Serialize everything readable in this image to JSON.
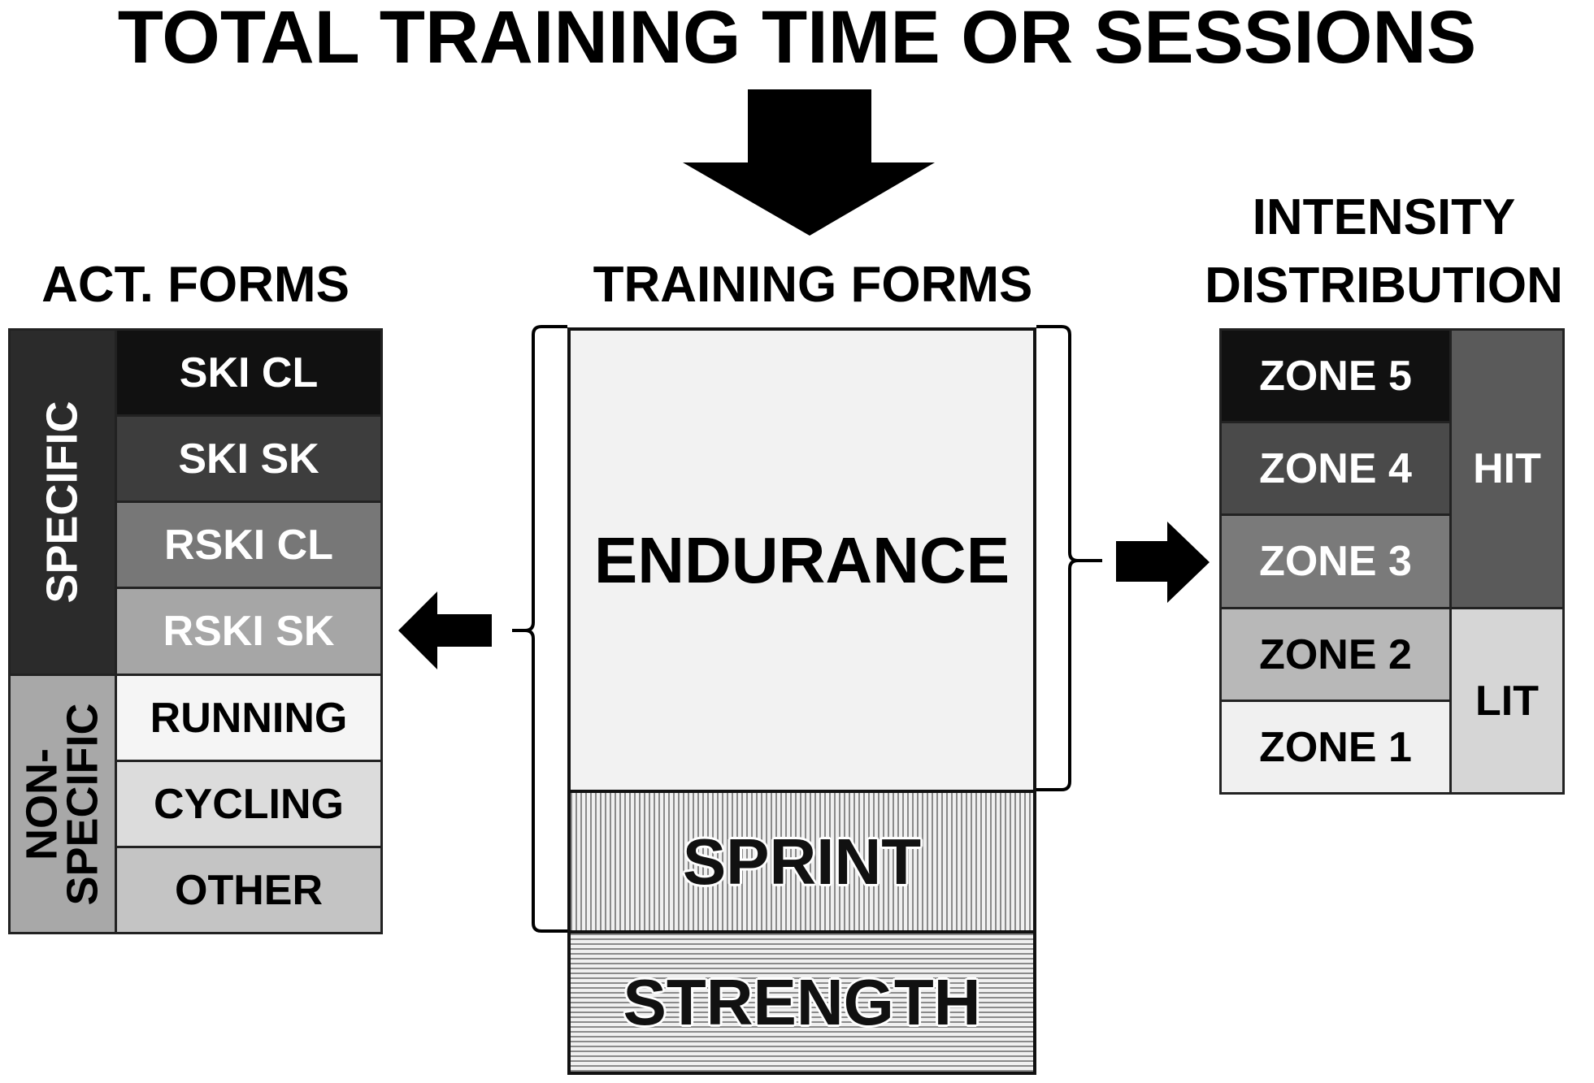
{
  "title": "TOTAL TRAINING TIME OR SESSIONS",
  "activity_forms": {
    "title": "ACT. FORMS",
    "groups": [
      {
        "label": "SPECIFIC",
        "color": "#2b2b2b",
        "text_color": "#ffffff"
      },
      {
        "label_line1": "NON-",
        "label_line2": "SPECIFIC",
        "color": "#a8a8a8",
        "text_color": "#000000"
      }
    ],
    "items": [
      {
        "label": "SKI CL",
        "color": "#111111",
        "text_color": "#ffffff"
      },
      {
        "label": "SKI SK",
        "color": "#3d3d3d",
        "text_color": "#ffffff"
      },
      {
        "label": "RSKI CL",
        "color": "#777777",
        "text_color": "#ffffff"
      },
      {
        "label": "RSKI SK",
        "color": "#a6a6a6",
        "text_color": "#ffffff"
      },
      {
        "label": "RUNNING",
        "color": "#f5f5f5",
        "text_color": "#000000"
      },
      {
        "label": "CYCLING",
        "color": "#dcdcdc",
        "text_color": "#000000"
      },
      {
        "label": "OTHER",
        "color": "#c4c4c4",
        "text_color": "#000000"
      }
    ]
  },
  "training_forms": {
    "title": "TRAINING FORMS",
    "endurance": "ENDURANCE",
    "sprint": "SPRINT",
    "strength": "STRENGTH"
  },
  "intensity": {
    "title_line1": "INTENSITY",
    "title_line2": "DISTRIBUTION",
    "zones": [
      {
        "label": "ZONE 5",
        "color": "#111111",
        "text_color": "#ffffff"
      },
      {
        "label": "ZONE 4",
        "color": "#4a4a4a",
        "text_color": "#ffffff"
      },
      {
        "label": "ZONE 3",
        "color": "#7a7a7a",
        "text_color": "#ffffff"
      },
      {
        "label": "ZONE 2",
        "color": "#b8b8b8",
        "text_color": "#000000"
      },
      {
        "label": "ZONE 1",
        "color": "#f0f0f0",
        "text_color": "#000000"
      }
    ],
    "groups": [
      {
        "label": "HIT",
        "color": "#5a5a5a",
        "text_color": "#ffffff"
      },
      {
        "label": "LIT",
        "color": "#d6d6d6",
        "text_color": "#000000"
      }
    ]
  }
}
